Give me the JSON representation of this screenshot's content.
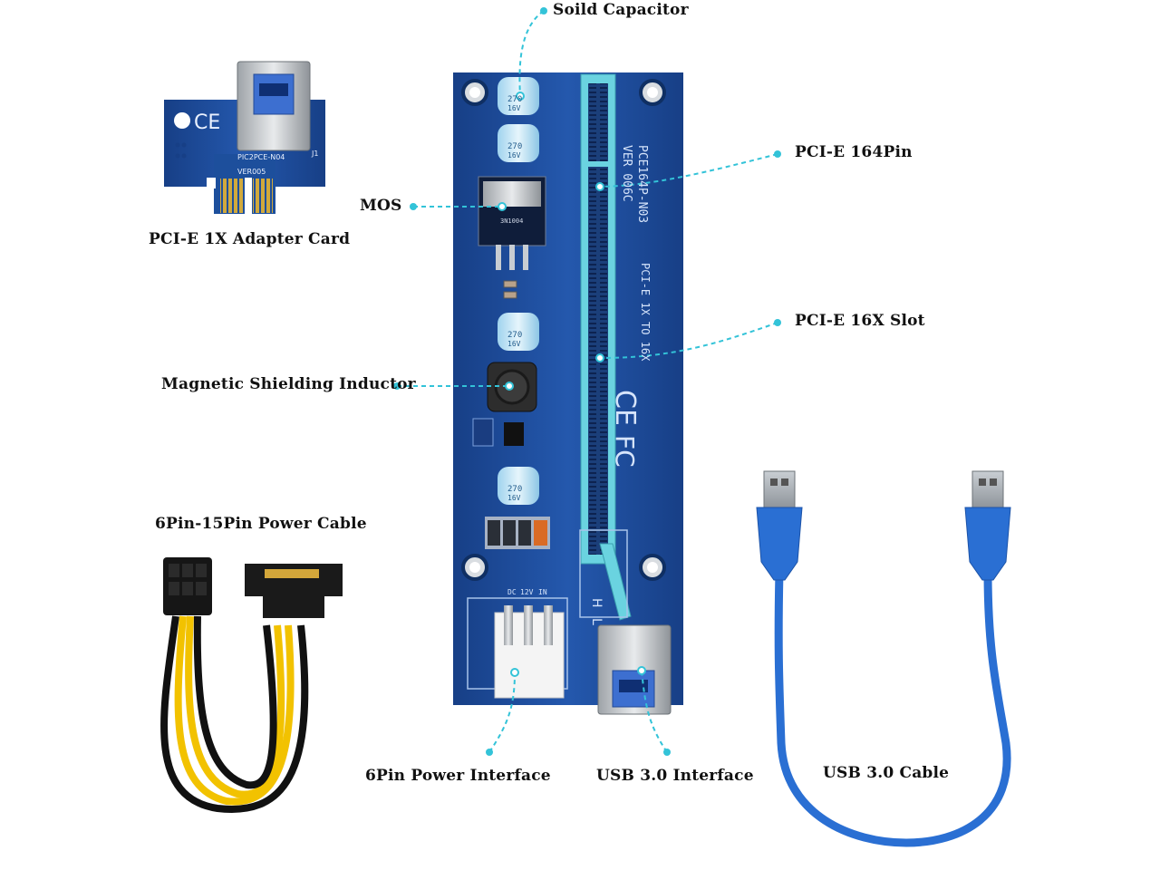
{
  "labels": {
    "solid_capacitor": "Soild Capacitor",
    "pcie_164pin": "PCI-E 164Pin",
    "mos": "MOS",
    "pcie_16x_slot": "PCI-E 16X Slot",
    "magnetic_inductor": "Magnetic Shielding Inductor",
    "adapter_card": "PCI-E 1X Adapter Card",
    "power_cable": "6Pin-15Pin Power Cable",
    "power_interface": "6Pin Power Interface",
    "usb_interface": "USB 3.0 Interface",
    "usb_cable": "USB 3.0 Cable"
  },
  "board_text": {
    "model": "PCE164P-N03",
    "version": "VER 006C",
    "desc": "PCI-E 1X TO 16X",
    "adapter_model": "PIC2PCE-N04",
    "adapter_version": "VER005",
    "adapter_j1": "J1",
    "dc_label": "DC",
    "v12_label": "12V",
    "in_label": "IN",
    "cap_value": "270",
    "cap_volt": "16V",
    "mos_code": "3N1004",
    "h_label": "H",
    "l_label": "L",
    "ce_mark": "CE",
    "fc_mark": "FC",
    "ce_small": "CE"
  },
  "colors": {
    "board_blue": "#1d4f9c",
    "slot_cyan": "#6ad3e0",
    "leader_cyan": "#33c3d8",
    "cable_blue": "#2a6fd3",
    "wire_yellow": "#f2c200",
    "wire_black": "#111111",
    "gold_pin": "#c8a23a"
  }
}
